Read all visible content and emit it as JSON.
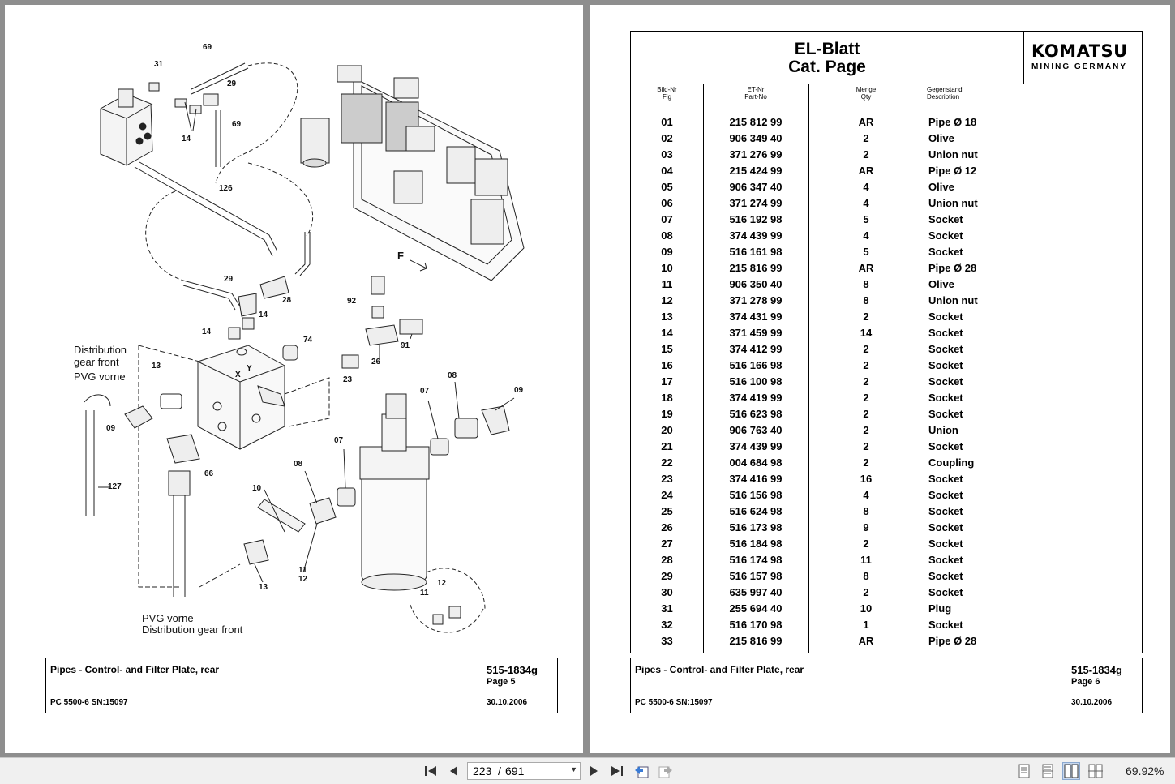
{
  "left_page": {
    "callouts": [
      "31",
      "69",
      "29",
      "14",
      "69",
      "126",
      "29",
      "28",
      "14",
      "14",
      "74",
      "92",
      "26",
      "91",
      "23",
      "13",
      "09",
      "66",
      "127",
      "10",
      "08",
      "07",
      "07",
      "08",
      "09",
      "13",
      "11",
      "12",
      "12",
      "11"
    ],
    "notes": {
      "top_line1": "Distribution",
      "top_line2": "gear front",
      "top_line3": "PVG vorne",
      "bottom_line1": "PVG vorne",
      "bottom_line2": "Distribution gear front",
      "arrow_label": "F",
      "port_x": "X",
      "port_y": "Y"
    },
    "footer": {
      "title": "Pipes - Control- and Filter Plate, rear",
      "doc_number": "515-1834g",
      "page": "Page 5",
      "model": "PC 5500-6 SN:15097",
      "date": "30.10.2006"
    }
  },
  "right_page": {
    "header": {
      "title_line1": "EL-Blatt",
      "title_line2": "Cat. Page",
      "logo_word": "KOMATSU",
      "logo_sub": "MINING GERMANY"
    },
    "columns": {
      "fig_de": "Bild-Nr",
      "fig_en": "Fig",
      "part_de": "ET-Nr",
      "part_en": "Part-No",
      "qty_de": "Menge",
      "qty_en": "Qty",
      "desc_de": "Gegenstand",
      "desc_en": "Description"
    },
    "rows": [
      {
        "fig": "01",
        "part": "215 812 99",
        "qty": "AR",
        "desc": "Pipe Ø 18"
      },
      {
        "fig": "02",
        "part": "906 349 40",
        "qty": "2",
        "desc": "Olive"
      },
      {
        "fig": "03",
        "part": "371 276 99",
        "qty": "2",
        "desc": "Union nut"
      },
      {
        "fig": "04",
        "part": "215 424 99",
        "qty": "AR",
        "desc": "Pipe Ø 12"
      },
      {
        "fig": "05",
        "part": "906 347 40",
        "qty": "4",
        "desc": "Olive"
      },
      {
        "fig": "06",
        "part": "371 274 99",
        "qty": "4",
        "desc": "Union nut"
      },
      {
        "fig": "07",
        "part": "516 192 98",
        "qty": "5",
        "desc": "Socket"
      },
      {
        "fig": "08",
        "part": "374 439 99",
        "qty": "4",
        "desc": "Socket"
      },
      {
        "fig": "09",
        "part": "516 161 98",
        "qty": "5",
        "desc": "Socket"
      },
      {
        "fig": "10",
        "part": "215 816 99",
        "qty": "AR",
        "desc": "Pipe Ø 28"
      },
      {
        "fig": "11",
        "part": "906 350 40",
        "qty": "8",
        "desc": "Olive"
      },
      {
        "fig": "12",
        "part": "371 278 99",
        "qty": "8",
        "desc": "Union nut"
      },
      {
        "fig": "13",
        "part": "374 431 99",
        "qty": "2",
        "desc": "Socket"
      },
      {
        "fig": "14",
        "part": "371 459 99",
        "qty": "14",
        "desc": "Socket"
      },
      {
        "fig": "15",
        "part": "374 412 99",
        "qty": "2",
        "desc": "Socket"
      },
      {
        "fig": "16",
        "part": "516 166 98",
        "qty": "2",
        "desc": "Socket"
      },
      {
        "fig": "17",
        "part": "516 100 98",
        "qty": "2",
        "desc": "Socket"
      },
      {
        "fig": "18",
        "part": "374 419 99",
        "qty": "2",
        "desc": "Socket"
      },
      {
        "fig": "19",
        "part": "516 623 98",
        "qty": "2",
        "desc": "Socket"
      },
      {
        "fig": "20",
        "part": "906 763 40",
        "qty": "2",
        "desc": "Union"
      },
      {
        "fig": "21",
        "part": "374 439 99",
        "qty": "2",
        "desc": "Socket"
      },
      {
        "fig": "22",
        "part": "004 684 98",
        "qty": "2",
        "desc": "Coupling"
      },
      {
        "fig": "23",
        "part": "374 416 99",
        "qty": "16",
        "desc": "Socket"
      },
      {
        "fig": "24",
        "part": "516 156 98",
        "qty": "4",
        "desc": "Socket"
      },
      {
        "fig": "25",
        "part": "516 624 98",
        "qty": "8",
        "desc": "Socket"
      },
      {
        "fig": "26",
        "part": "516 173 98",
        "qty": "9",
        "desc": "Socket"
      },
      {
        "fig": "27",
        "part": "516 184 98",
        "qty": "2",
        "desc": "Socket"
      },
      {
        "fig": "28",
        "part": "516 174 98",
        "qty": "11",
        "desc": "Socket"
      },
      {
        "fig": "29",
        "part": "516 157 98",
        "qty": "8",
        "desc": "Socket"
      },
      {
        "fig": "30",
        "part": "635 997 40",
        "qty": "2",
        "desc": "Socket"
      },
      {
        "fig": "31",
        "part": "255 694 40",
        "qty": "10",
        "desc": "Plug"
      },
      {
        "fig": "32",
        "part": "516 170 98",
        "qty": "1",
        "desc": "Socket"
      },
      {
        "fig": "33",
        "part": "215 816 99",
        "qty": "AR",
        "desc": "Pipe Ø 28"
      }
    ],
    "footer": {
      "title": "Pipes - Control- and Filter Plate, rear",
      "doc_number": "515-1834g",
      "page": "Page 6",
      "model": "PC 5500-6 SN:15097",
      "date": "30.10.2006"
    }
  },
  "toolbar": {
    "current_page": "223",
    "separator": "/",
    "total_pages": "691",
    "zoom": "69.92%",
    "icons": {
      "first": "skip-first-icon",
      "prev": "prev-page-icon",
      "next": "next-page-icon",
      "last": "skip-last-icon"
    }
  }
}
